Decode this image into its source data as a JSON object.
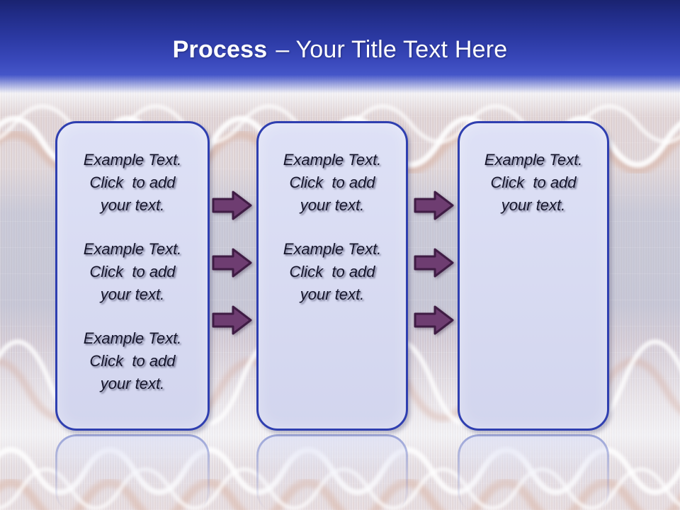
{
  "title": {
    "keyword": "Process",
    "rest": "– Your Title Text Here"
  },
  "boxes": [
    {
      "id": "step-1",
      "paragraphs": [
        {
          "lines": [
            "Example Text.",
            "Click  to add",
            "your text."
          ]
        },
        {
          "lines": [
            "Example Text.",
            "Click  to add",
            "your text."
          ]
        },
        {
          "lines": [
            "Example Text.",
            "Click  to add",
            "your text."
          ]
        }
      ]
    },
    {
      "id": "step-2",
      "paragraphs": [
        {
          "lines": [
            "Example Text.",
            "Click  to add",
            "your text."
          ]
        },
        {
          "lines": [
            "Example Text.",
            "Click  to add",
            "your text."
          ]
        }
      ]
    },
    {
      "id": "step-3",
      "paragraphs": [
        {
          "lines": [
            "Example Text.",
            "Click  to add",
            "your text."
          ]
        }
      ]
    }
  ],
  "arrows": {
    "icon": "right-arrow",
    "per_gap": 3
  },
  "colors": {
    "header_top": "#1a2370",
    "header_mid": "#2c3aa4",
    "header_bottom": "#4556c8",
    "title_color": "#ffffff",
    "box_fill_top": "#dee1f6",
    "box_fill_bottom": "#d2d5ee",
    "box_border": "#2f3fb0",
    "arrow_fill": "#6e3d71",
    "arrow_stroke": "#3f1c44",
    "text_color": "#15152b"
  }
}
